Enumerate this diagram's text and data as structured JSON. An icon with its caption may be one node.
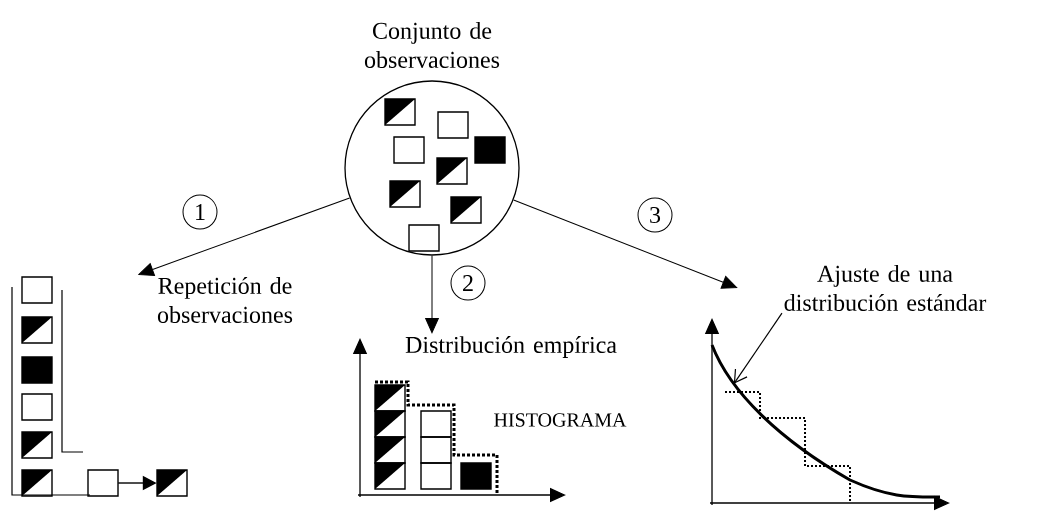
{
  "diagram": {
    "nodes": [
      {
        "text": [
          "Conjunto de observaciones"
        ]
      },
      {
        "text": [
          "Repetición de observaciones"
        ]
      },
      {
        "text": [
          "Distribución empírica"
        ]
      },
      {
        "text": [
          "Ajuste de una distribución estándar"
        ]
      },
      {
        "text": [],
        "shape": "curve"
      },
      {
        "text": [],
        "shape": "box"
      },
      {
        "text": [],
        "shape": "box"
      },
      {
        "text": [],
        "shape": "box"
      },
      {
        "text": [],
        "shape": "box"
      },
      {
        "text": [],
        "shape": "box"
      },
      {
        "text": [],
        "shape": "box"
      },
      {
        "text": [],
        "shape": "box"
      },
      {
        "text": [],
        "shape": "box"
      },
      {
        "text": [],
        "shape": "box"
      },
      {
        "text": [],
        "shape": "box"
      },
      {
        "text": [],
        "shape": "box"
      },
      {
        "text": [],
        "shape": "box"
      },
      {
        "text": [],
        "shape": "box"
      },
      {
        "text": [],
        "shape": "box"
      },
      {
        "text": [],
        "shape": "box"
      },
      {
        "text": [],
        "shape": "box"
      },
      {
        "text": [],
        "shape": "box",
        "in": 0
      },
      {
        "text": [],
        "shape": "box",
        "in": 0
      },
      {
        "text": [],
        "shape": "box",
        "in": 0
      },
      {
        "text": [],
        "shape": "box",
        "in": 0
      },
      {
        "text": [],
        "shape": "box",
        "in": 0
      },
      {
        "text": [],
        "shape": "box",
        "in": 0
      },
      {
        "text": [],
        "shape": "box",
        "in": 0
      },
      {
        "text": [],
        "shape": "box",
        "in": 0
      }
    ],
    "edges": [
      {
        "from": 0,
        "to": 1,
        "arrow": "to",
        "label": "1"
      },
      {
        "from": 0,
        "to": 2,
        "arrow": "to",
        "label": "2"
      },
      {
        "from": 0,
        "to": 3,
        "arrow": "to",
        "label": "3"
      },
      {
        "from": 3,
        "to": 4,
        "arrow": "to"
      },
      {
        "from": 5,
        "to": 6,
        "arrow": "to"
      }
    ],
    "labels": [
      "HISTOGRAMA"
    ]
  }
}
